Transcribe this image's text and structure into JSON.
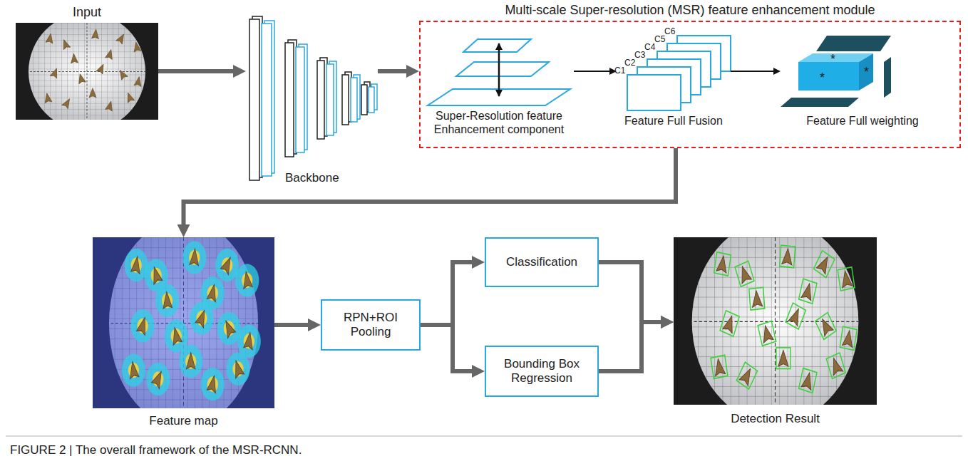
{
  "diagram": {
    "caption": "FIGURE 2 | The overall framework of the MSR-RCNN.",
    "nodes": [
      {
        "text": [
          "Input"
        ]
      },
      {
        "text": [
          "Backbone"
        ]
      },
      {
        "text": [
          "Multi-scale Super-resolution (MSR) feature enhancement module"
        ]
      },
      {
        "text": [
          "Super-Resolution feature Enhancement component"
        ],
        "in": 2
      },
      {
        "text": [
          "Feature Full Fusion"
        ],
        "in": 2
      },
      {
        "text": [
          "Feature Full weighting"
        ],
        "in": 2
      },
      {
        "text": [
          "Feature map"
        ]
      },
      {
        "text": [
          "RPN+ROI Pooling"
        ]
      },
      {
        "text": [
          "Classification"
        ]
      },
      {
        "text": [
          "Bounding Box Regression"
        ]
      },
      {
        "text": [
          "Detection Result"
        ]
      }
    ],
    "edges": [
      {
        "from": 0,
        "to": 1,
        "arrow": "to"
      },
      {
        "from": 1,
        "to": 2,
        "arrow": "to"
      },
      {
        "from": 3,
        "to": 4,
        "arrow": "to"
      },
      {
        "from": 4,
        "to": 5,
        "arrow": "to"
      },
      {
        "from": 2,
        "to": 6,
        "arrow": "to"
      },
      {
        "from": 6,
        "to": 7,
        "arrow": "to"
      },
      {
        "from": 7,
        "to": 8,
        "arrow": "to"
      },
      {
        "from": 7,
        "to": 9,
        "arrow": "to"
      },
      {
        "from": 8,
        "to": 10,
        "arrow": "to"
      },
      {
        "from": 9,
        "to": 10,
        "arrow": "to"
      }
    ],
    "labels": [
      "C1",
      "C2",
      "C3",
      "C4",
      "C5",
      "C6",
      "*",
      "*",
      "*"
    ]
  }
}
